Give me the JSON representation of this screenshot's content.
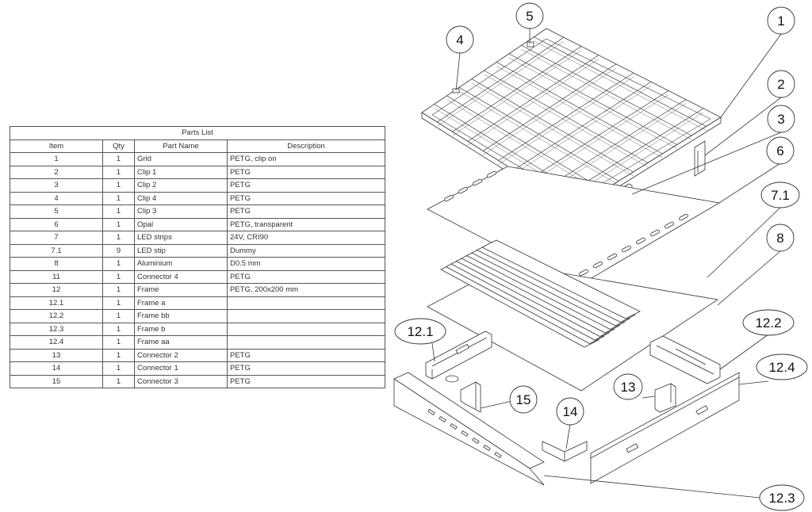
{
  "parts_list": {
    "title": "Parts List",
    "columns": [
      "Item",
      "Qty",
      "Part Name",
      "Description"
    ],
    "rows": [
      {
        "item": "1",
        "qty": "1",
        "name": "Grid",
        "desc": "PETG, clip on"
      },
      {
        "item": "2",
        "qty": "1",
        "name": "Clip 1",
        "desc": "PETG"
      },
      {
        "item": "3",
        "qty": "1",
        "name": "Clip 2",
        "desc": "PETG"
      },
      {
        "item": "4",
        "qty": "1",
        "name": "Clip 4",
        "desc": "PETG"
      },
      {
        "item": "5",
        "qty": "1",
        "name": "Clip 3",
        "desc": "PETG"
      },
      {
        "item": "6",
        "qty": "1",
        "name": "Opal",
        "desc": "PETG, transparent"
      },
      {
        "item": "7",
        "qty": "1",
        "name": "LED strips",
        "desc": "24V, CRI90"
      },
      {
        "item": "7.1",
        "qty": "9",
        "name": "LED stip",
        "desc": "Dummy"
      },
      {
        "item": "8",
        "qty": "1",
        "name": "Aluminium",
        "desc": "D0.5 mm"
      },
      {
        "item": "11",
        "qty": "1",
        "name": "Connector 4",
        "desc": "PETG"
      },
      {
        "item": "12",
        "qty": "1",
        "name": "Frame",
        "desc": "PETG, 200x200 mm"
      },
      {
        "item": "12.1",
        "qty": "1",
        "name": "Frame a",
        "desc": ""
      },
      {
        "item": "12.2",
        "qty": "1",
        "name": "Frame bb",
        "desc": ""
      },
      {
        "item": "12.3",
        "qty": "1",
        "name": "Frame b",
        "desc": ""
      },
      {
        "item": "12.4",
        "qty": "1",
        "name": "Frame aa",
        "desc": ""
      },
      {
        "item": "13",
        "qty": "1",
        "name": "Connector 2",
        "desc": "PETG"
      },
      {
        "item": "14",
        "qty": "1",
        "name": "Connector 1",
        "desc": "PETG"
      },
      {
        "item": "15",
        "qty": "1",
        "name": "Connector 3",
        "desc": "PETG"
      }
    ]
  },
  "callouts": [
    "1",
    "2",
    "3",
    "4",
    "5",
    "6",
    "7.1",
    "8",
    "12.1",
    "12.2",
    "12.3",
    "12.4",
    "13",
    "14",
    "15"
  ],
  "colors": {
    "line": "#333333",
    "text": "#222222",
    "background": "#ffffff"
  }
}
